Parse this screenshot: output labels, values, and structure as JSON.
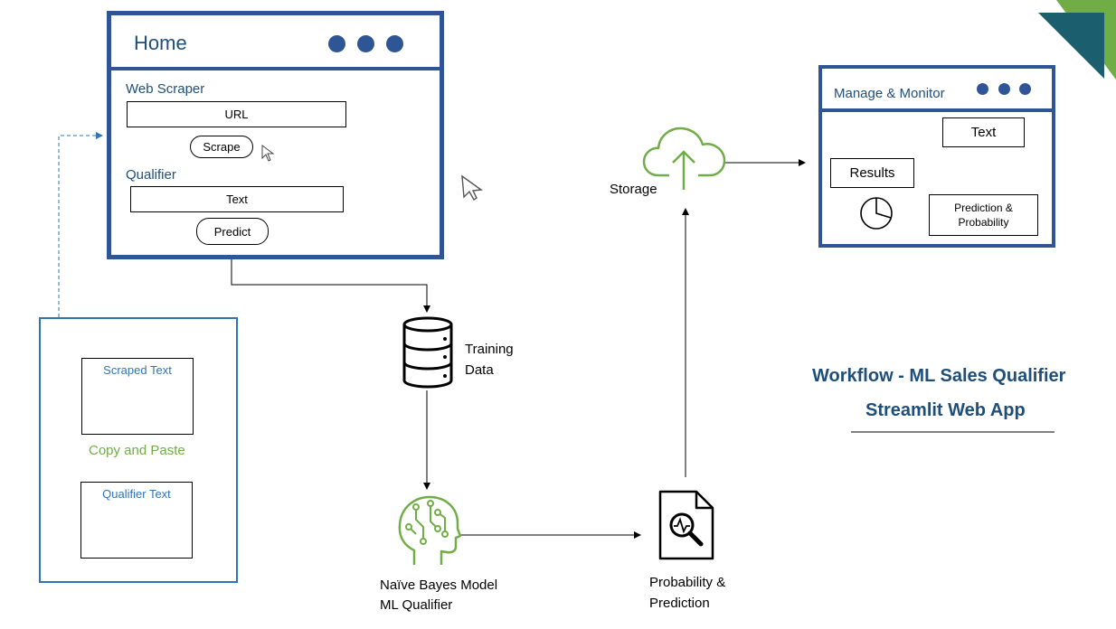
{
  "home": {
    "title": "Home",
    "web_scraper_label": "Web Scraper",
    "url_field": "URL",
    "scrape_button": "Scrape",
    "qualifier_label": "Qualifier",
    "text_field": "Text",
    "predict_button": "Predict"
  },
  "left_panel": {
    "scraped_text": "Scraped Text",
    "copy_paste": "Copy and Paste",
    "qualifier_text": "Qualifier Text"
  },
  "nodes": {
    "training_data": [
      "Training",
      "Data"
    ],
    "model": [
      "Naïve Bayes Model",
      "ML Qualifier"
    ],
    "probability": [
      "Probability &",
      "Prediction"
    ],
    "storage": "Storage"
  },
  "manage": {
    "title": "Manage & Monitor",
    "text_box": "Text",
    "results_box": "Results",
    "prediction_box": [
      "Prediction &",
      "Probability"
    ]
  },
  "page_title": {
    "line1": "Workflow - ML Sales Qualifier",
    "line2": "Streamlit Web App"
  },
  "colors": {
    "window_border": "#2f5597",
    "heading_text": "#1f4e79",
    "panel_border": "#2e75b6",
    "accent_green": "#70ad47",
    "corner_teal": "#1b5e6e"
  },
  "icons": [
    "database-icon",
    "brain-circuit-icon",
    "document-search-icon",
    "cloud-upload-icon",
    "pie-chart-icon",
    "cursor-icon"
  ]
}
